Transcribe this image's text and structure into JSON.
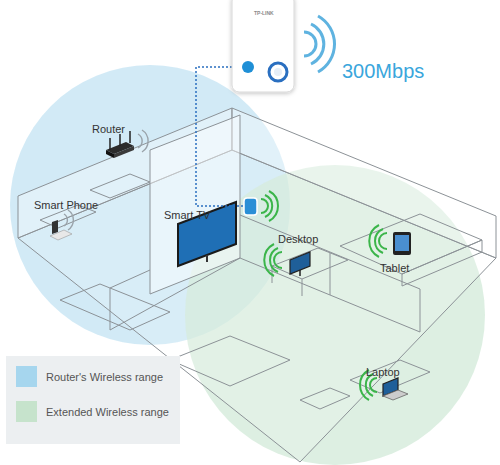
{
  "diagram": {
    "labels": [
      "TP-LINK",
      "300Mbps",
      "Router",
      "Smart Phone",
      "Smart TV",
      "Desktop",
      "Tablet",
      "Laptop"
    ],
    "legend": [
      {
        "text": "Router's Wireless range",
        "color": "#a6d6ee"
      },
      {
        "text": "Extended Wireless range",
        "color": "#c6e3cc"
      }
    ]
  }
}
